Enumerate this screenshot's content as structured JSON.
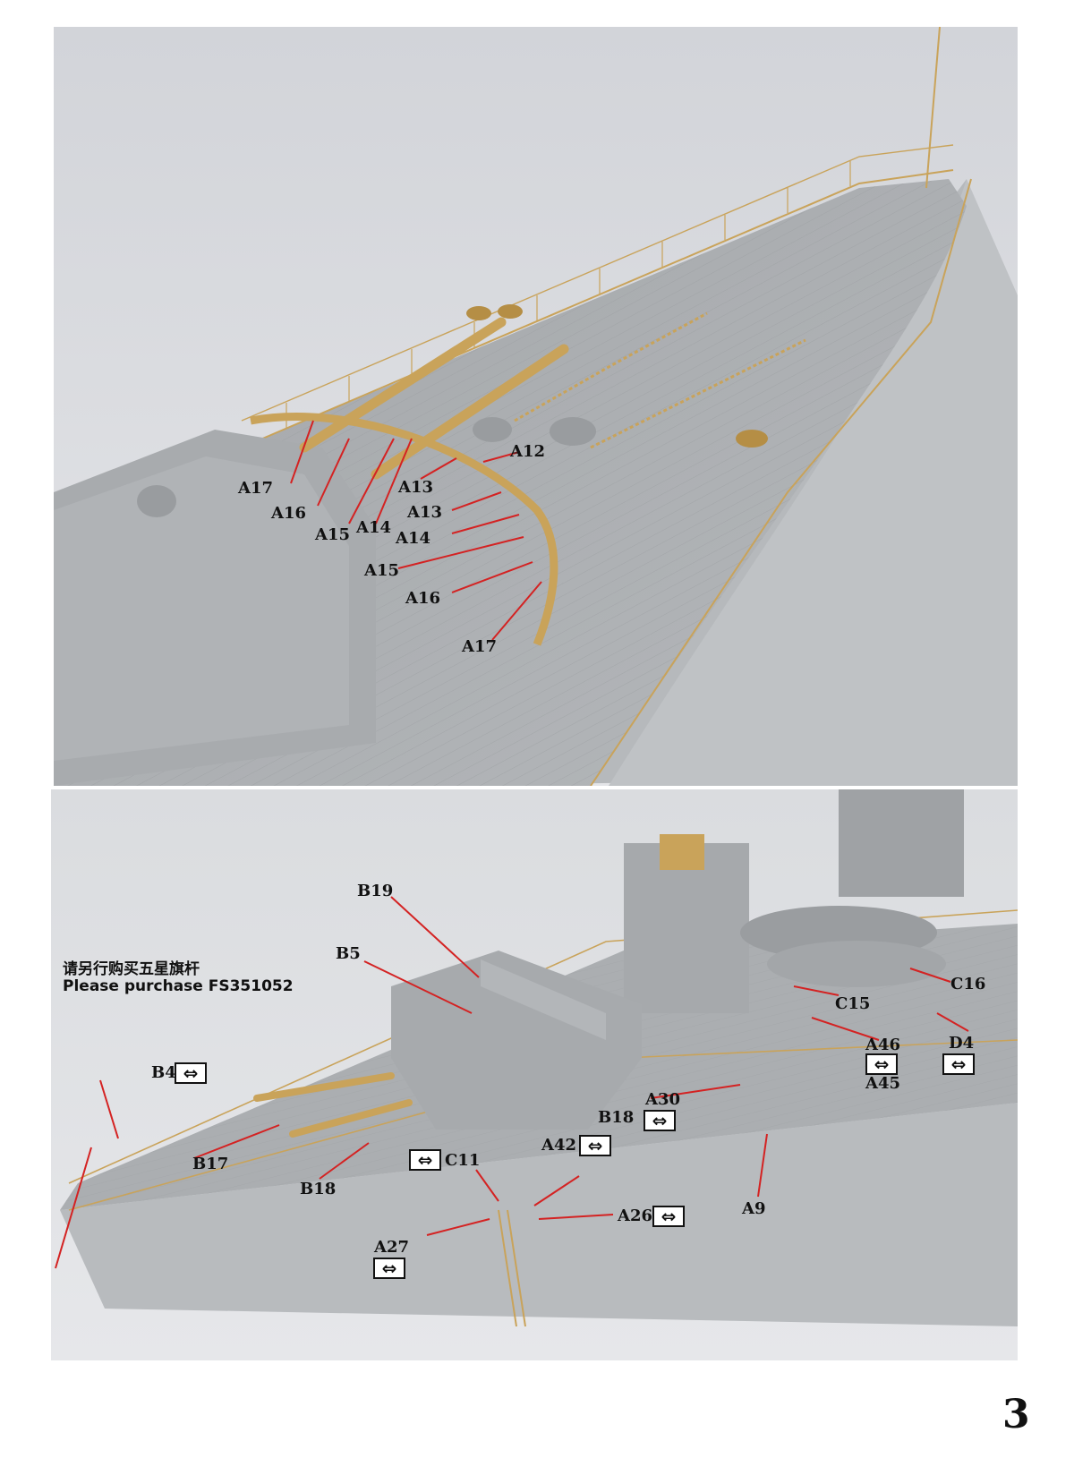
{
  "top_labels": [
    "A17",
    "A16",
    "A15",
    "A14",
    "A13",
    "A12",
    "A13",
    "A14",
    "A15",
    "A16",
    "A17"
  ],
  "bottom_labels": [
    "B19",
    "B5",
    "C16",
    "C15",
    "D4",
    "A46",
    "A45",
    "B4",
    "A30",
    "B18",
    "B17",
    "B18",
    "C11",
    "A42",
    "A26",
    "A9",
    "A27"
  ],
  "note": {
    "chinese": "请另行购买五星旗杆",
    "english": "Please purchase FS351052"
  },
  "arrow_symbol": "⇔",
  "page_number": "3",
  "colors": {
    "hull": "#b9bcbe",
    "deck": "#a9acae",
    "brass": "#c9a35a",
    "leader_line": "#d42222",
    "backdrop": "#d6d8dc"
  }
}
